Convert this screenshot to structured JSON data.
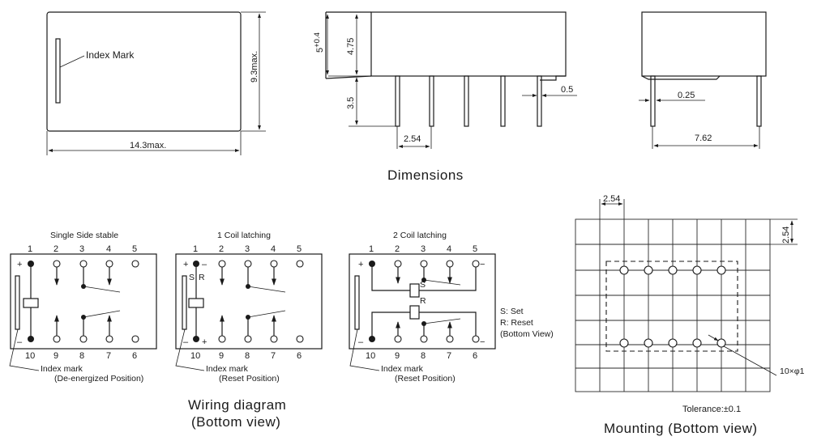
{
  "dimensions": {
    "title": "Dimensions",
    "index_mark": "Index Mark",
    "height_max": "9.3max.",
    "length_max": "14.3max.",
    "body_height": "4.75",
    "body_height_alt": "5",
    "body_height_tol": "+0.4",
    "pin_length": "3.5",
    "pin_pitch": "2.54",
    "pin_width": "0.5",
    "pin_thickness": "0.25",
    "row_spacing": "7.62"
  },
  "wiring": {
    "title": "Wiring diagram",
    "subtitle": "(Bottom view)",
    "top_pins": [
      "1",
      "2",
      "3",
      "4",
      "5"
    ],
    "bottom_pins": [
      "10",
      "9",
      "8",
      "7",
      "6"
    ],
    "plus": "+",
    "minus": "–",
    "minus_sign": "−",
    "set_letter": "S",
    "reset_letter": "R",
    "panels": [
      {
        "title": "Single Side stable",
        "mark": "Index mark",
        "position": "(De-energized Position)"
      },
      {
        "title": "1 Coil latching",
        "mark": "Index mark",
        "position": "(Reset Position)"
      },
      {
        "title": "2 Coil latching",
        "mark": "Index mark",
        "position": "(Reset Position)"
      }
    ],
    "legend": [
      "S: Set",
      "R: Reset",
      "(Bottom View)"
    ]
  },
  "mounting": {
    "title": "Mounting (Bottom view)",
    "pitch_h": "2.54",
    "pitch_v": "2.54",
    "holes": "10×φ1",
    "tolerance": "Tolerance:±0.1"
  }
}
